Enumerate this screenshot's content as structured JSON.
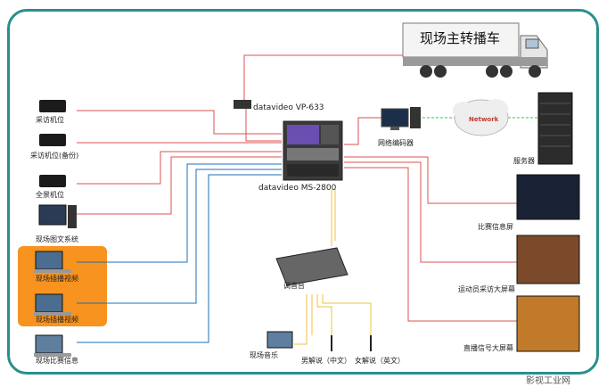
{
  "truck": {
    "title": "现场主转播车"
  },
  "devices": {
    "vp633": "datavideo VP-633",
    "ms2800": "datavideo MS-2800",
    "encoder": "网络编码器",
    "network": "Network",
    "server": "服务器",
    "mixer": "调音台"
  },
  "sources": {
    "cam1": "采访机位",
    "cam2": "采访机位(备份)",
    "cam3": "全景机位",
    "pc": "现场图文系统",
    "laptop1": "现场插播视频",
    "laptop2": "现场插播视频",
    "laptop3": "现场比赛信息"
  },
  "displays": {
    "screen1": "比赛信息屏",
    "screen2": "运动员采访大屏幕",
    "screen3": "直播信号大屏幕"
  },
  "audio": {
    "music": "现场音乐",
    "mic_cn": "男解说（中文）",
    "mic_en": "女解说（英文）"
  },
  "watermark": "影视工业网",
  "colors": {
    "frame": "#2a8f8c",
    "video_line": "#d9534f",
    "blue_line": "#1f6fb5",
    "audio_line": "#f0c040",
    "net_line": "#2ecc40",
    "highlight": "#f7931e"
  }
}
